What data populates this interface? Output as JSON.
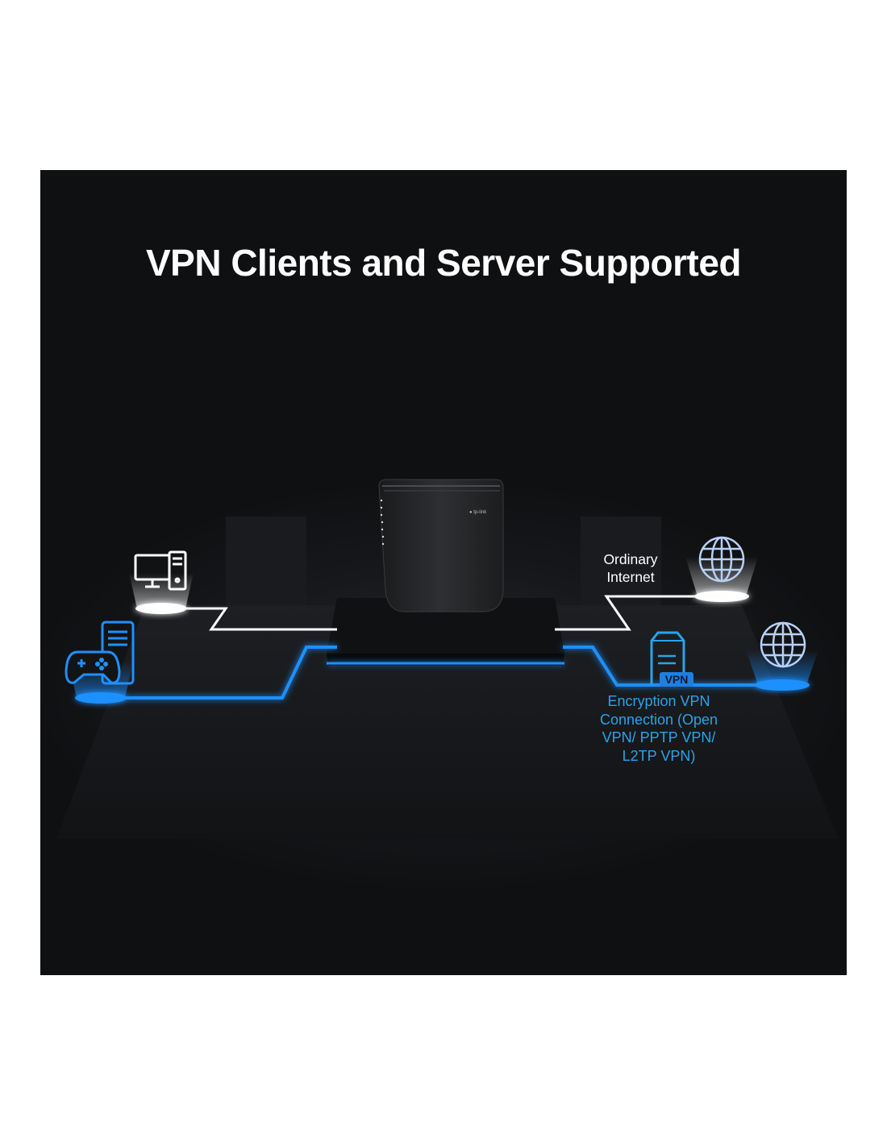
{
  "title": "VPN Clients and Server Supported",
  "labels": {
    "ordinary_line1": "Ordinary",
    "ordinary_line2": "Internet",
    "vpn_line1": "Encryption VPN",
    "vpn_line2": "Connection (Open",
    "vpn_line3": "VPN/ PPTP VPN/",
    "vpn_line4": "L2TP VPN)",
    "vpn_badge": "VPN",
    "router_brand": "tp-link"
  },
  "colors": {
    "accent_blue": "#1e90ff",
    "text_blue": "#2aa3e8",
    "background": "#131416"
  },
  "icons": [
    "desktop-computer-icon",
    "game-controller-icon",
    "pc-tower-icon",
    "globe-icon",
    "vpn-server-icon",
    "router"
  ]
}
